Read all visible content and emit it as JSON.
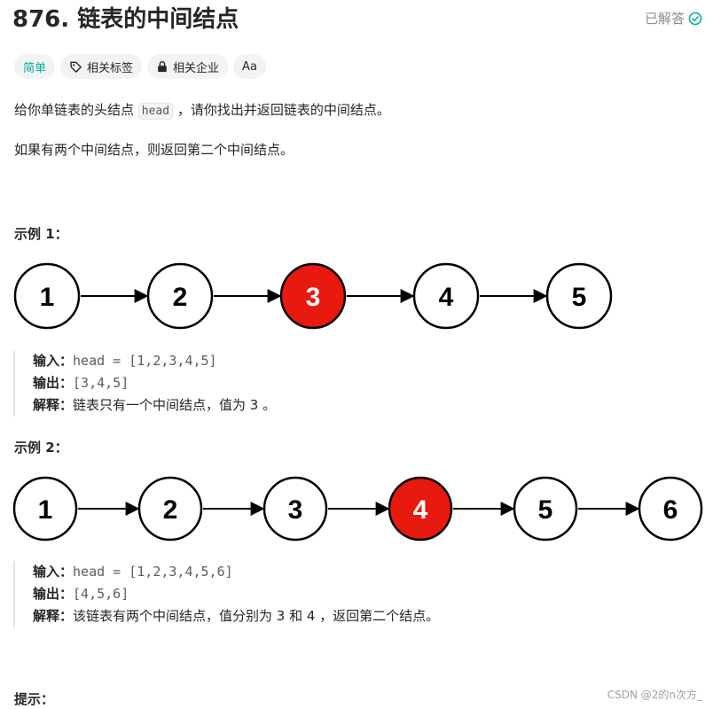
{
  "problem": {
    "title": "876. 链表的中间结点",
    "status": "已解答",
    "status_color": "#00af9b"
  },
  "tags": [
    {
      "label": "简单",
      "icon": null
    },
    {
      "label": "相关标签",
      "icon": "tag-icon"
    },
    {
      "label": "相关企业",
      "icon": "lock-icon"
    },
    {
      "label": "Aa",
      "icon": "translate-icon"
    }
  ],
  "description": {
    "line1_before": "给你单链表的头结点 ",
    "line1_code": "head",
    "line1_after": " ，请你找出并返回链表的中间结点。",
    "line2": "如果有两个中间结点，则返回第二个中间结点。"
  },
  "colors": {
    "highlight": "#e8190f",
    "node_stroke": "#000000",
    "node_fill": "#ffffff"
  },
  "examples": [
    {
      "heading": "示例 1：",
      "nodes": [
        "1",
        "2",
        "3",
        "4",
        "5"
      ],
      "highlight_index": 2,
      "input_label": "输入：",
      "input": "head = [1,2,3,4,5]",
      "output_label": "输出：",
      "output": "[3,4,5]",
      "explain_label": "解释：",
      "explain": "链表只有一个中间结点，值为 3 。"
    },
    {
      "heading": "示例 2：",
      "nodes": [
        "1",
        "2",
        "3",
        "4",
        "5",
        "6"
      ],
      "highlight_index": 3,
      "input_label": "输入：",
      "input": "head = [1,2,3,4,5,6]",
      "output_label": "输出：",
      "output": "[4,5,6]",
      "explain_label": "解释：",
      "explain": "该链表有两个中间结点，值分别为 3 和 4 ，返回第二个结点。"
    }
  ],
  "hints_heading": "提示：",
  "watermark": "CSDN @2的n次方_"
}
